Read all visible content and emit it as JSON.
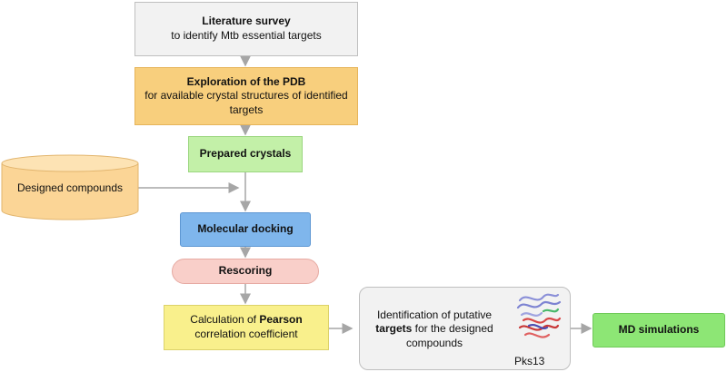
{
  "steps": {
    "survey": {
      "title": "Literature survey",
      "subtitle": "to identify Mtb essential targets"
    },
    "pdb": {
      "title": "Exploration of the PDB",
      "subtitle": "for available crystal structures of identified targets"
    },
    "crystals": {
      "title": "Prepared crystals"
    },
    "compounds": {
      "label": "Designed compounds"
    },
    "docking": {
      "title": "Molecular docking"
    },
    "rescoring": {
      "title": "Rescoring"
    },
    "pearson": {
      "prefix": "Calculation of ",
      "bold": "Pearson",
      "suffix": "correlation coefficient"
    },
    "identification": {
      "prefix": "Identification of putative",
      "bold": "targets",
      "middle": " for the designed",
      "suffix": "compounds",
      "caption": "Pks13"
    },
    "md": {
      "title": "MD simulations"
    }
  },
  "colors": {
    "survey": "#f2f2f2",
    "pdb": "#f8cf7d",
    "crystals": "#c3f0a8",
    "compounds": "#fbd596",
    "docking": "#7fb6ec",
    "rescoring": "#f9cfc9",
    "pearson": "#f9f08c",
    "identification": "#f2f2f2",
    "md": "#8de675",
    "arrow": "#a6a6a6"
  }
}
